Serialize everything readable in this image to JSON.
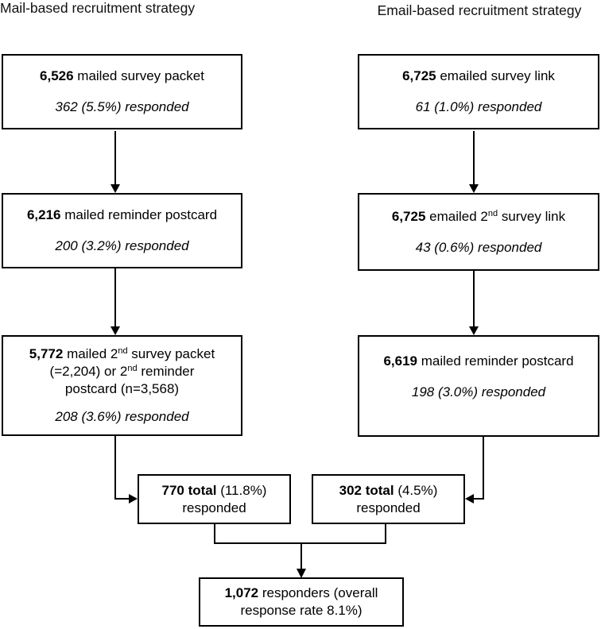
{
  "figure": {
    "mail": {
      "title": "Mail-based recruitment strategy",
      "box1": {
        "number": "6,526",
        "label": " mailed survey packet",
        "responded": "362 (5.5%) responded"
      },
      "box2": {
        "number": "6,216",
        "label": " mailed reminder postcard",
        "responded": "200 (3.2%) responded"
      },
      "box3": {
        "line1": {
          "number": "5,772",
          "t1": " mailed 2",
          "sup": "nd",
          "t2": " survey packet"
        },
        "line2": {
          "t1": "(=2,204) or 2",
          "sup": "nd",
          "t2": " reminder"
        },
        "line3": "postcard (n=3,568)",
        "responded": "208 (3.6%) responded"
      },
      "total": {
        "bold": "770 total",
        "rest": " (11.8%)",
        "line2": "responded"
      }
    },
    "email": {
      "title": "Email-based recruitment strategy",
      "box1": {
        "number": "6,725",
        "label": " emailed survey link",
        "responded": "61 (1.0%) responded"
      },
      "box2": {
        "number": "6,725",
        "t1": " emailed 2",
        "sup": "nd",
        "t2": " survey link",
        "responded": "43 (0.6%) responded"
      },
      "box3": {
        "number": "6,619",
        "label": " mailed reminder postcard",
        "responded": "198 (3.0%) responded"
      },
      "total": {
        "bold": "302 total",
        "rest": " (4.5%)",
        "line2": "responded"
      }
    },
    "final": {
      "line1": {
        "number": "1,072",
        "rest": " responders (overall"
      },
      "line2": "response rate 8.1%)"
    }
  },
  "colors": {
    "ink": "#000000",
    "background": "#ffffff"
  }
}
